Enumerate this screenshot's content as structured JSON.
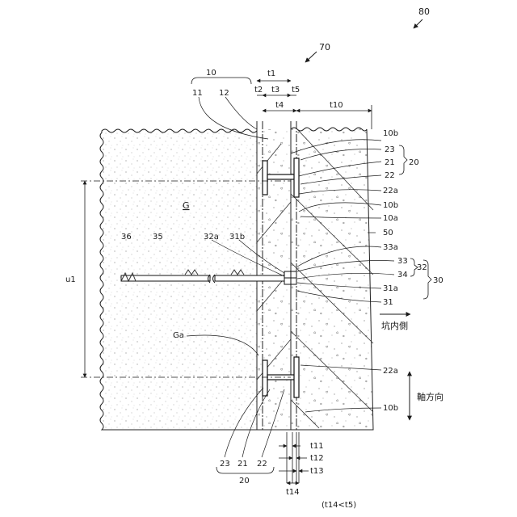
{
  "figure": {
    "number": "80",
    "assembly_ref": "70",
    "labels": {
      "l10_top": "10",
      "l11": "11",
      "l12": "12",
      "t1": "t1",
      "t2": "t2",
      "t3": "t3",
      "t4": "t4",
      "t5": "t5",
      "t10": "t10",
      "l10b_1": "10b",
      "l23_r": "23",
      "l21_r": "21",
      "l22_r": "22",
      "l20_r": "20",
      "l22a_1": "22a",
      "l10b_2": "10b",
      "l10a": "10a",
      "l50": "50",
      "l33a": "33a",
      "l33": "33",
      "l32": "32",
      "l34": "34",
      "l30": "30",
      "l31a": "31a",
      "l31": "31",
      "lG": "G",
      "lGa": "Ga",
      "lu1": "u1",
      "l36": "36",
      "l35": "35",
      "l32a": "32a",
      "l31b": "31b",
      "l22a_2": "22a",
      "l10b_3": "10b",
      "l23_b": "23",
      "l21_b": "21",
      "l22_b": "22",
      "l20_b": "20",
      "t11": "t11",
      "t12": "t12",
      "t13": "t13",
      "t14": "t14",
      "inner_side": "坑内側",
      "axial_dir": "軸方向",
      "condition": "(t14<t5)"
    }
  }
}
